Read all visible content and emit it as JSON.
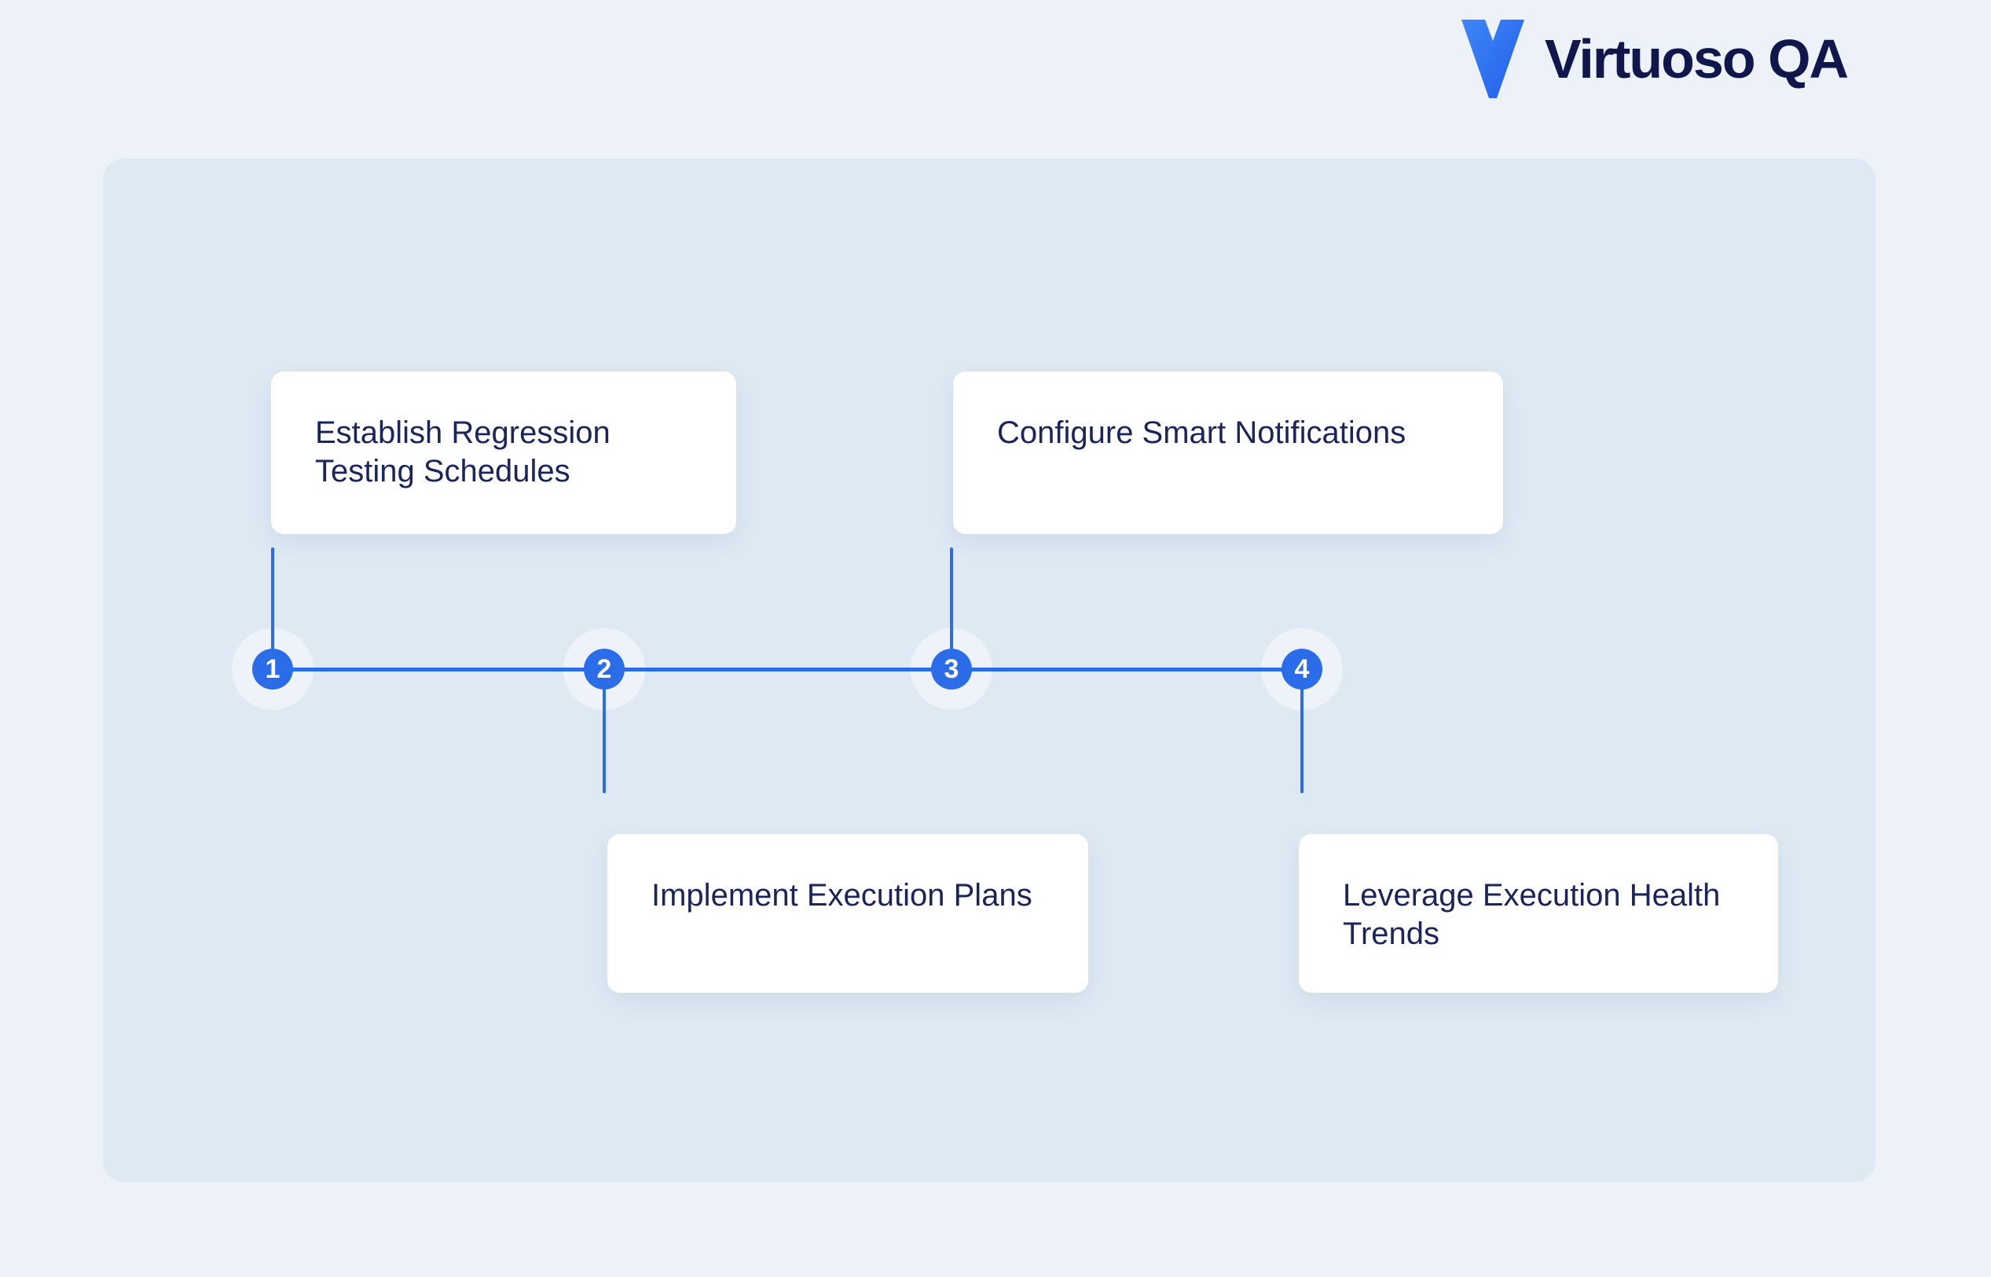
{
  "brand": {
    "name": "Virtuoso QA",
    "icon": "v-chevron-icon"
  },
  "colors": {
    "page-bg": "#edf2f9",
    "panel-bg": "#dee9f3",
    "accent": "#2b6ce8",
    "halo": "rgba(255,255,255,0.45)",
    "card-bg": "#ffffff",
    "card-text": "#1b2559",
    "logo-text": "#10174a",
    "node-text": "#ffffff"
  },
  "timeline": {
    "steps": [
      {
        "number": "1",
        "label": "Establish Regression Testing Schedules",
        "card_position": "above"
      },
      {
        "number": "2",
        "label": "Implement Execution Plans",
        "card_position": "below"
      },
      {
        "number": "3",
        "label": "Configure Smart Notifications",
        "card_position": "above"
      },
      {
        "number": "4",
        "label": "Leverage Execution Health Trends",
        "card_position": "below"
      }
    ]
  }
}
